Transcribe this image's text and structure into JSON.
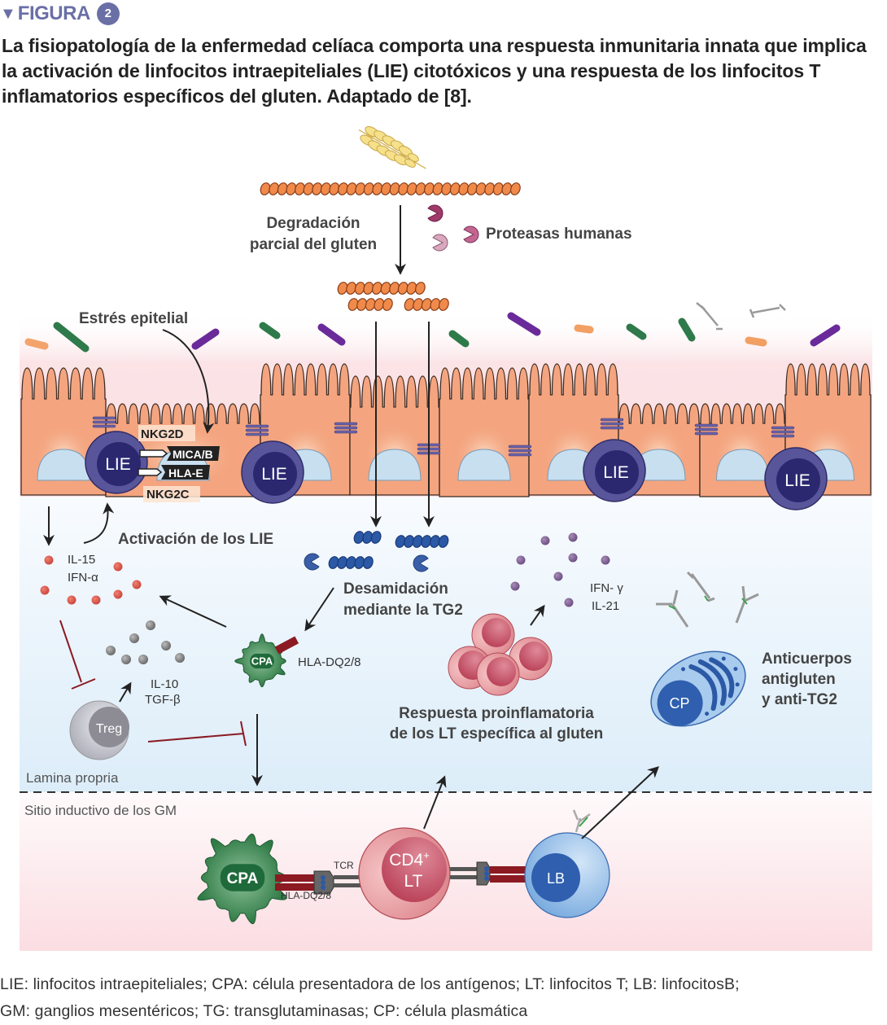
{
  "figure": {
    "label": "FIGURA",
    "number": "2",
    "caption": "La fisiopatología de la enfermedad celíaca comporta una respuesta inmunitaria innata que implica la activación de linfocitos intraepiteliales (LIE) citotóxicos y una respuesta de los linfocitos T inflamatorios específicos del gluten. Adaptado de [8]."
  },
  "diagram": {
    "gluten_degradation": [
      "Degradación",
      "parcial del gluten"
    ],
    "proteases": "Proteasas humanas",
    "epithelial_stress": "Estrés epitelial",
    "lie_label": "LIE",
    "nkg2d": "NKG2D",
    "mica_b": "MICA/B",
    "hla_e": "HLA-E",
    "nkg2c": "NKG2C",
    "lie_activation": "Activación de los LIE",
    "il15": "IL-15",
    "ifn_alpha": "IFN-α",
    "deamidation": [
      "Desamidación",
      "mediante la TG2"
    ],
    "ifn_gamma": "IFN- γ",
    "il21": "IL-21",
    "cpa": "CPA",
    "hla_dq": "HLA-DQ2/8",
    "il10": "IL-10",
    "tgf_beta": "TGF-β",
    "treg": "Treg",
    "lamina_propria": "Lamina propria",
    "proinflammatory": [
      "Respuesta proinflamatoria",
      "de los LT específica al gluten"
    ],
    "cp": "CP",
    "antibodies": [
      "Anticuerpos",
      "antigluten",
      "y anti-TG2"
    ],
    "inductive_site": "Sitio inductivo de los GM",
    "tcr": "TCR",
    "cd4": "CD4",
    "cd4_sup": "+",
    "lt": "LT",
    "lb": "LB"
  },
  "colors": {
    "accent": "#6a6fa6",
    "epithelium": "#f2a07a",
    "lie": "#4a4786",
    "cpa": "#2f7a45",
    "tcell": "#c9566a",
    "bcell": "#5f93d3",
    "inhibit": "#8b1a22"
  },
  "legend": [
    "LIE: linfocitos intraepiteliales; CPA: célula presentadora de los antígenos; LT: linfocitos T; LB: linfocitosB;",
    "GM: ganglios mesentéricos; TG: transglutaminasas; CP: célula plasmática"
  ]
}
